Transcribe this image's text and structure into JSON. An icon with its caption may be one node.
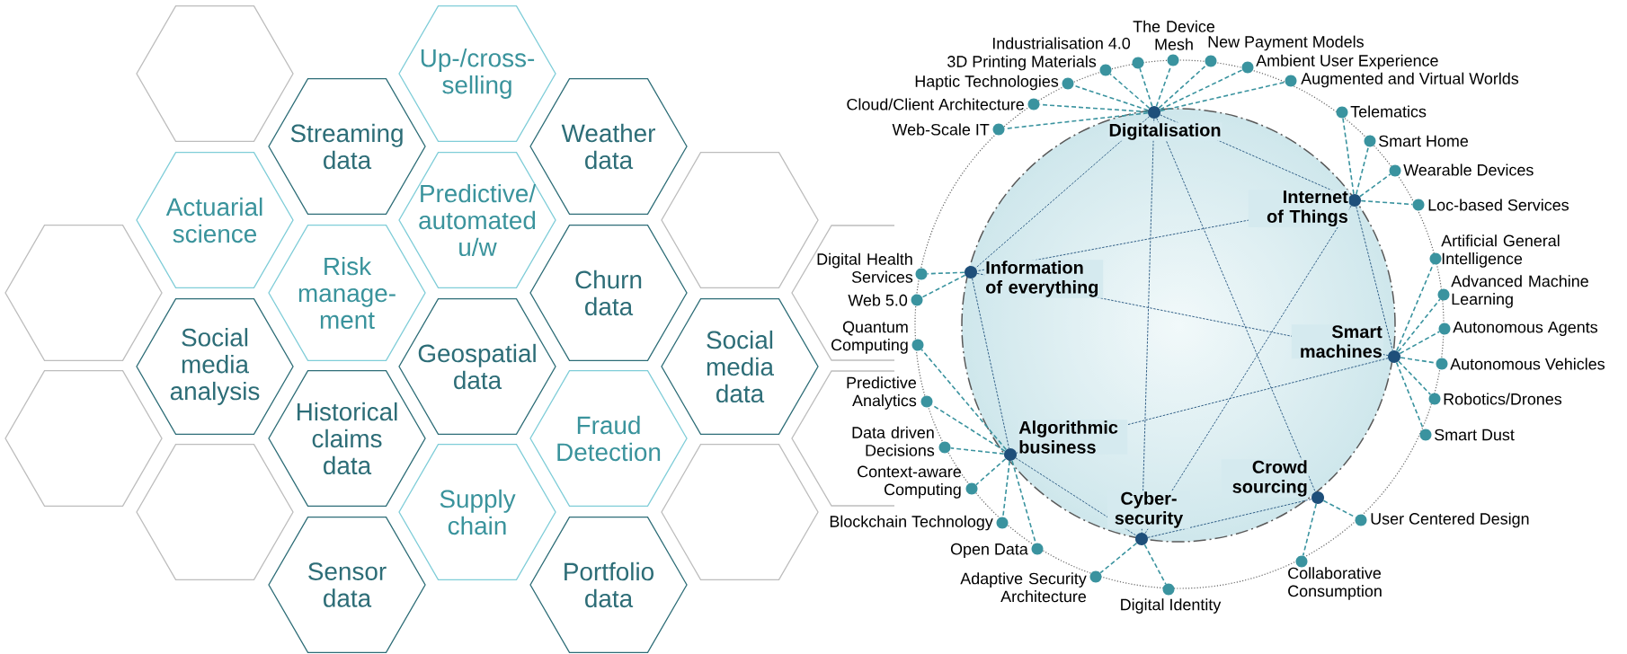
{
  "diagram": {
    "nodes": [
      {
        "text": [],
        "shape": "hexagon"
      },
      {
        "text": [
          "Up-/cross- selling"
        ]
      },
      {
        "text": [
          "Streaming data"
        ]
      },
      {
        "text": [
          "Weather data"
        ]
      },
      {
        "text": [
          "Actuarial science"
        ]
      },
      {
        "text": [
          "Predictive/ automated u/w"
        ]
      },
      {
        "text": [],
        "shape": "hexagon"
      },
      {
        "text": [],
        "shape": "hexagon"
      },
      {
        "text": [
          "Risk manage- ment"
        ]
      },
      {
        "text": [
          "Churn data"
        ]
      },
      {
        "text": [],
        "shape": "hexagon"
      },
      {
        "text": [
          "Social media analysis"
        ]
      },
      {
        "text": [
          "Geospatial data"
        ]
      },
      {
        "text": [
          "Social media data"
        ]
      },
      {
        "text": [],
        "shape": "hexagon"
      },
      {
        "text": [
          "Historical claims data"
        ]
      },
      {
        "text": [
          "Fraud Detection"
        ]
      },
      {
        "text": [],
        "shape": "hexagon"
      },
      {
        "text": [],
        "shape": "hexagon"
      },
      {
        "text": [
          "Supply chain"
        ]
      },
      {
        "text": [],
        "shape": "hexagon"
      },
      {
        "text": [
          "Sensor data"
        ]
      },
      {
        "text": [
          "Portfolio data"
        ]
      },
      {
        "text": [
          "Digitalisation"
        ]
      },
      {
        "text": [
          "Internet of Things"
        ]
      },
      {
        "text": [
          "Information of everything"
        ]
      },
      {
        "text": [
          "Smart machines"
        ]
      },
      {
        "text": [
          "Algorithmic business"
        ]
      },
      {
        "text": [
          "Cyber- security"
        ]
      },
      {
        "text": [
          "Crowd sourcing"
        ]
      },
      {
        "text": [
          "Web-Scale IT"
        ]
      },
      {
        "text": [
          "Cloud/Client Architecture"
        ]
      },
      {
        "text": [
          "Haptic Technologies"
        ]
      },
      {
        "text": [
          "3D Printing Materials"
        ]
      },
      {
        "text": [
          "Industrialisation 4.0"
        ]
      },
      {
        "text": [
          "The Device Mesh"
        ]
      },
      {
        "text": [
          "New Payment Models"
        ]
      },
      {
        "text": [
          "Ambient User Experience"
        ]
      },
      {
        "text": [
          "Augmented and Virtual Worlds"
        ]
      },
      {
        "text": [
          "Telematics"
        ]
      },
      {
        "text": [
          "Smart Home"
        ]
      },
      {
        "text": [
          "Wearable Devices"
        ]
      },
      {
        "text": [
          "Loc-based Services"
        ]
      },
      {
        "text": [
          "Digital Health Services"
        ]
      },
      {
        "text": [
          "Web 5.0"
        ]
      },
      {
        "text": [
          "Artificial General Intelligence"
        ]
      },
      {
        "text": [
          "Advanced Machine Learning"
        ]
      },
      {
        "text": [
          "Autonomous Agents"
        ]
      },
      {
        "text": [
          "Autonomous Vehicles"
        ]
      },
      {
        "text": [
          "Robotics/Drones"
        ]
      },
      {
        "text": [
          "Smart Dust"
        ]
      },
      {
        "text": [
          "Quantum Computing"
        ]
      },
      {
        "text": [
          "Predictive Analytics"
        ]
      },
      {
        "text": [
          "Data driven Decisions"
        ]
      },
      {
        "text": [
          "Context-aware Computing"
        ]
      },
      {
        "text": [
          "Blockchain Technology"
        ]
      },
      {
        "text": [
          "Open Data"
        ]
      },
      {
        "text": [
          "Adaptive Security Architecture"
        ]
      },
      {
        "text": [
          "Digital Identity"
        ]
      },
      {
        "text": [
          "Collaborative Consumption"
        ]
      },
      {
        "text": [
          "User Centered Design"
        ]
      }
    ],
    "edges": [
      {
        "from": 23,
        "to": 25,
        "arrow": "none",
        "style": "dashed",
        "color": "#1e4f7a"
      },
      {
        "from": 23,
        "to": 24,
        "arrow": "none",
        "style": "dashed",
        "color": "#1e4f7a"
      },
      {
        "from": 23,
        "to": 28,
        "arrow": "none",
        "style": "dashed",
        "color": "#1e4f7a"
      },
      {
        "from": 23,
        "to": 29,
        "arrow": "none",
        "style": "dashed",
        "color": "#1e4f7a"
      },
      {
        "from": 24,
        "to": 25,
        "arrow": "none",
        "style": "dashed",
        "color": "#1e4f7a"
      },
      {
        "from": 24,
        "to": 26,
        "arrow": "none",
        "style": "dashed",
        "color": "#1e4f7a"
      },
      {
        "from": 24,
        "to": 28,
        "arrow": "none",
        "style": "dashed",
        "color": "#1e4f7a"
      },
      {
        "from": 25,
        "to": 26,
        "arrow": "none",
        "style": "dashed",
        "color": "#1e4f7a"
      },
      {
        "from": 25,
        "to": 27,
        "arrow": "none",
        "style": "dashed",
        "color": "#1e4f7a"
      },
      {
        "from": 27,
        "to": 26,
        "arrow": "none",
        "style": "dashed",
        "color": "#1e4f7a"
      },
      {
        "from": 27,
        "to": 28,
        "arrow": "none",
        "style": "dashed",
        "color": "#1e4f7a"
      },
      {
        "from": 28,
        "to": 29,
        "arrow": "none",
        "style": "dashed",
        "color": "#1e4f7a"
      },
      {
        "from": 23,
        "to": 30,
        "arrow": "none",
        "style": "dashed"
      },
      {
        "from": 23,
        "to": 31,
        "arrow": "none",
        "style": "dashed"
      },
      {
        "from": 23,
        "to": 32,
        "arrow": "none",
        "style": "dashed"
      },
      {
        "from": 23,
        "to": 33,
        "arrow": "none",
        "style": "dashed"
      },
      {
        "from": 23,
        "to": 34,
        "arrow": "none",
        "style": "dashed"
      },
      {
        "from": 23,
        "to": 35,
        "arrow": "none",
        "style": "dashed"
      },
      {
        "from": 23,
        "to": 36,
        "arrow": "none",
        "style": "dashed"
      },
      {
        "from": 23,
        "to": 37,
        "arrow": "none",
        "style": "dashed"
      },
      {
        "from": 23,
        "to": 38,
        "arrow": "none",
        "style": "dashed"
      },
      {
        "from": 24,
        "to": 39,
        "arrow": "none",
        "style": "dashed"
      },
      {
        "from": 24,
        "to": 40,
        "arrow": "none",
        "style": "dashed"
      },
      {
        "from": 24,
        "to": 41,
        "arrow": "none",
        "style": "dashed"
      },
      {
        "from": 24,
        "to": 42,
        "arrow": "none",
        "style": "dashed"
      },
      {
        "from": 25,
        "to": 43,
        "arrow": "none",
        "style": "dashed"
      },
      {
        "from": 25,
        "to": 44,
        "arrow": "none",
        "style": "dashed"
      },
      {
        "from": 26,
        "to": 45,
        "arrow": "none",
        "style": "dashed"
      },
      {
        "from": 26,
        "to": 46,
        "arrow": "none",
        "style": "dashed"
      },
      {
        "from": 26,
        "to": 47,
        "arrow": "none",
        "style": "dashed"
      },
      {
        "from": 26,
        "to": 48,
        "arrow": "none",
        "style": "dashed"
      },
      {
        "from": 26,
        "to": 49,
        "arrow": "none",
        "style": "dashed"
      },
      {
        "from": 26,
        "to": 50,
        "arrow": "none",
        "style": "dashed"
      },
      {
        "from": 27,
        "to": 51,
        "arrow": "none",
        "style": "dashed"
      },
      {
        "from": 27,
        "to": 52,
        "arrow": "none",
        "style": "dashed"
      },
      {
        "from": 27,
        "to": 53,
        "arrow": "none",
        "style": "dashed"
      },
      {
        "from": 27,
        "to": 54,
        "arrow": "none",
        "style": "dashed"
      },
      {
        "from": 27,
        "to": 55,
        "arrow": "none",
        "style": "dashed"
      },
      {
        "from": 27,
        "to": 56,
        "arrow": "none",
        "style": "dashed"
      },
      {
        "from": 28,
        "to": 57,
        "arrow": "none",
        "style": "dashed"
      },
      {
        "from": 28,
        "to": 58,
        "arrow": "none",
        "style": "dashed"
      },
      {
        "from": 29,
        "to": 59,
        "arrow": "none",
        "style": "dashed"
      },
      {
        "from": 29,
        "to": 60,
        "arrow": "none",
        "style": "dashed"
      }
    ]
  }
}
